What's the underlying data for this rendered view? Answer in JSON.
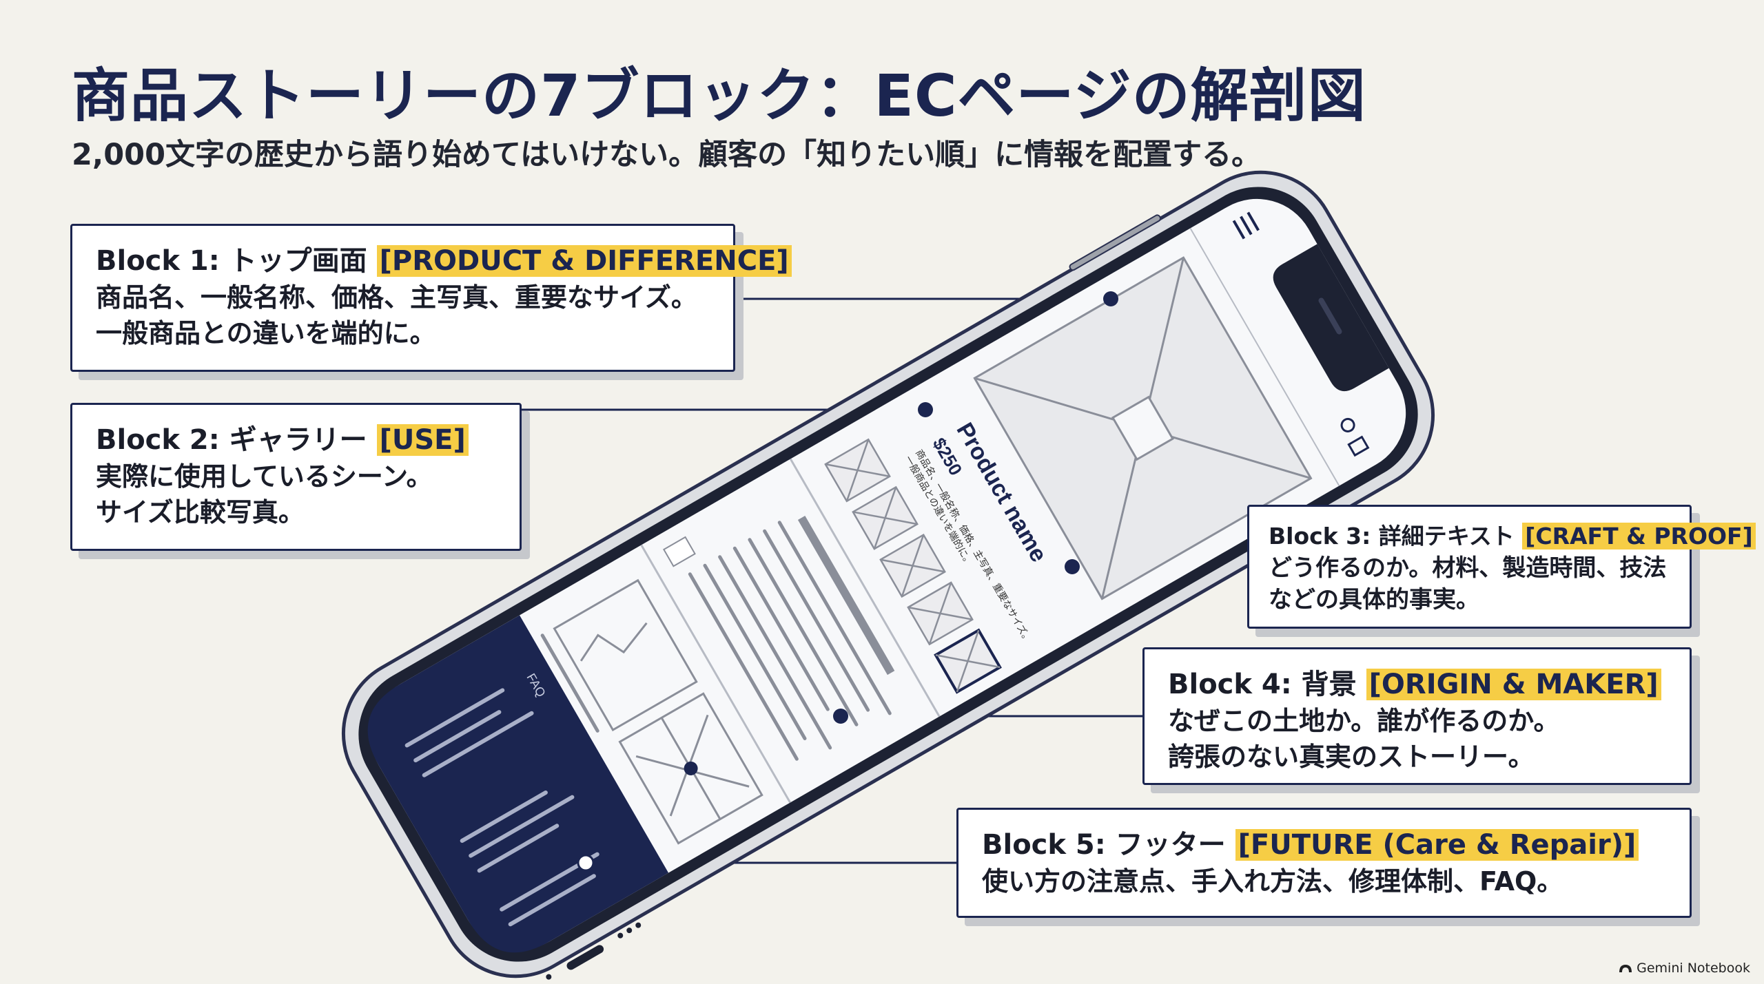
{
  "title": "商品ストーリーの7ブロック：ECページの解剖図",
  "subtitle": "2,000文字の歴史から語り始めてはいけない。顧客の「知りたい順」に情報を配置する。",
  "blocks": [
    {
      "label": "Block 1: トップ画面",
      "tag": "[PRODUCT & DIFFERENCE]",
      "description": "商品名、一般名称、価格、主写真、重要なサイズ。\n一般商品との違いを端的に。"
    },
    {
      "label": "Block 2: ギャラリー",
      "tag": "[USE]",
      "description": "実際に使用しているシーン。\nサイズ比較写真。"
    },
    {
      "label": "Block 3: 詳細テキスト",
      "tag": "[CRAFT & PROOF]",
      "description": "どう作るのか。材料、製造時間、技法\nなどの具体的事実。"
    },
    {
      "label": "Block 4: 背景",
      "tag": "[ORIGIN & MAKER]",
      "description": "なぜこの土地か。誰が作るのか。\n誇張のない真実のストーリー。"
    },
    {
      "label": "Block 5: フッター",
      "tag": "[FUTURE (Care & Repair)]",
      "description": "使い方の注意点、手入れ方法、修理体制、FAQ。"
    }
  ],
  "phone_screen": {
    "product_name": "Product name",
    "price": "$250",
    "spec_line_1": "商品名、一般名称、価格、主写真、重要なサイズ。",
    "spec_line_2": "一般商品との違いを端的に。",
    "faq_label": "FAQ"
  },
  "footer": {
    "brand": "Gemini Notebook",
    "icon": "notebook-logo-icon"
  },
  "colors": {
    "navy": "#1b2550",
    "highlight": "#f6cd45",
    "background": "#f3f2ec",
    "wire": "#8a8e99"
  }
}
